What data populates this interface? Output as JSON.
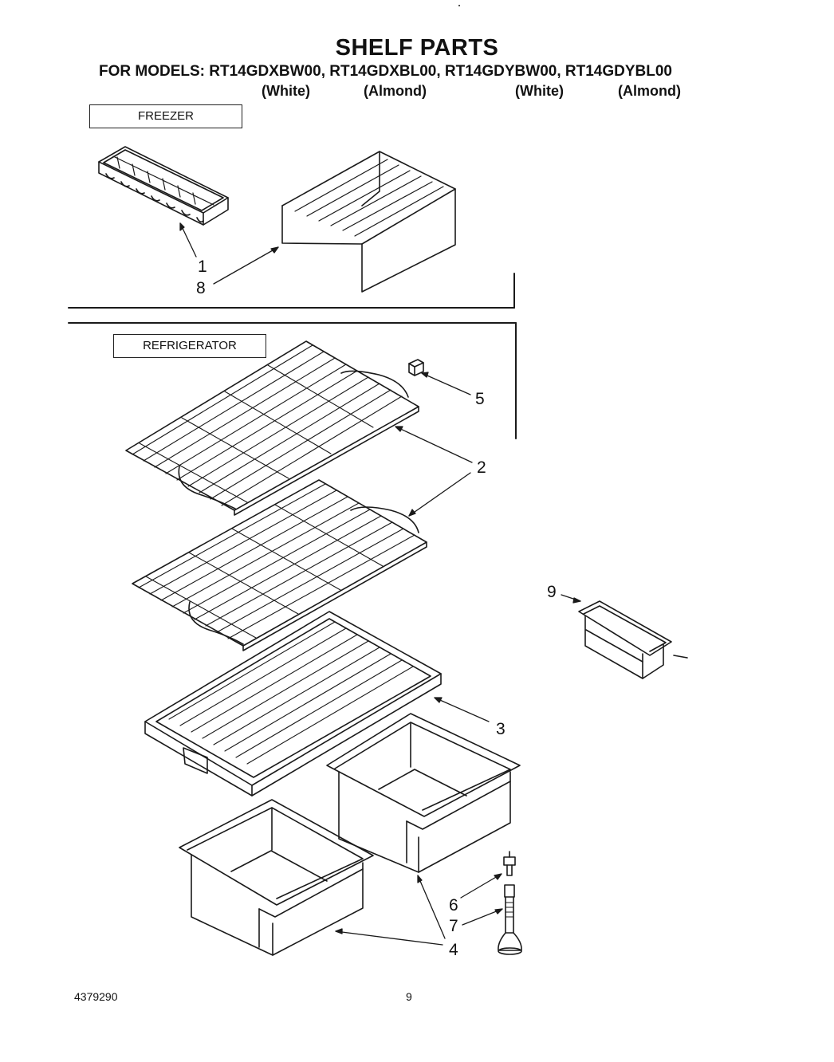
{
  "header": {
    "title": "SHELF PARTS",
    "models_line": "FOR MODELS: RT14GDXBW00, RT14GDXBL00, RT14GDYBW00, RT14GDYBL00",
    "colors": [
      "(White)",
      "(Almond)",
      "(White)",
      "(Almond)"
    ]
  },
  "sections": {
    "freezer": "FREEZER",
    "refrigerator": "REFRIGERATOR"
  },
  "callouts": {
    "c1": "1",
    "c8": "8",
    "c5": "5",
    "c2": "2",
    "c9": "9",
    "c3": "3",
    "c6": "6",
    "c7": "7",
    "c4": "4"
  },
  "parts": [
    {
      "name": "ice-cube-tray"
    },
    {
      "name": "freezer-shelf"
    },
    {
      "name": "shelf-stop"
    },
    {
      "name": "wire-shelf-upper"
    },
    {
      "name": "wire-shelf-lower"
    },
    {
      "name": "crisper-cover"
    },
    {
      "name": "crisper-drawer-right"
    },
    {
      "name": "crisper-drawer-left"
    },
    {
      "name": "leveling-leg-top"
    },
    {
      "name": "leveling-leg"
    },
    {
      "name": "utility-bin"
    }
  ],
  "footer": {
    "doc_number": "4379290",
    "page_number": "9"
  }
}
